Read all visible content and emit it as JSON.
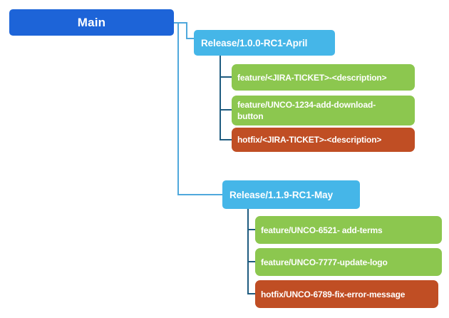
{
  "root": {
    "label": "Main"
  },
  "releases": [
    {
      "label": "Release/1.0.0-RC1-April",
      "branches": [
        {
          "type": "feature",
          "label": "feature/<JIRA-TICKET>-<description>"
        },
        {
          "type": "feature",
          "label": "feature/UNCO-1234-add-download-button"
        },
        {
          "type": "hotfix",
          "label": "hotfix/<JIRA-TICKET>-<description>"
        }
      ]
    },
    {
      "label": "Release/1.1.9-RC1-May",
      "branches": [
        {
          "type": "feature",
          "label": "feature/UNCO-6521- add-terms"
        },
        {
          "type": "feature",
          "label": "feature/UNCO-7777-update-logo"
        },
        {
          "type": "hotfix",
          "label": "hotfix/UNCO-6789-fix-error-message"
        }
      ]
    }
  ],
  "colors": {
    "main": "#1d64d8",
    "release": "#45b6e8",
    "feature": "#8cc74f",
    "hotfix": "#c04e24",
    "line_light": "#4fa8dc",
    "line_dark": "#1f5c80",
    "text": "#ffffff",
    "background": "#ffffff"
  }
}
